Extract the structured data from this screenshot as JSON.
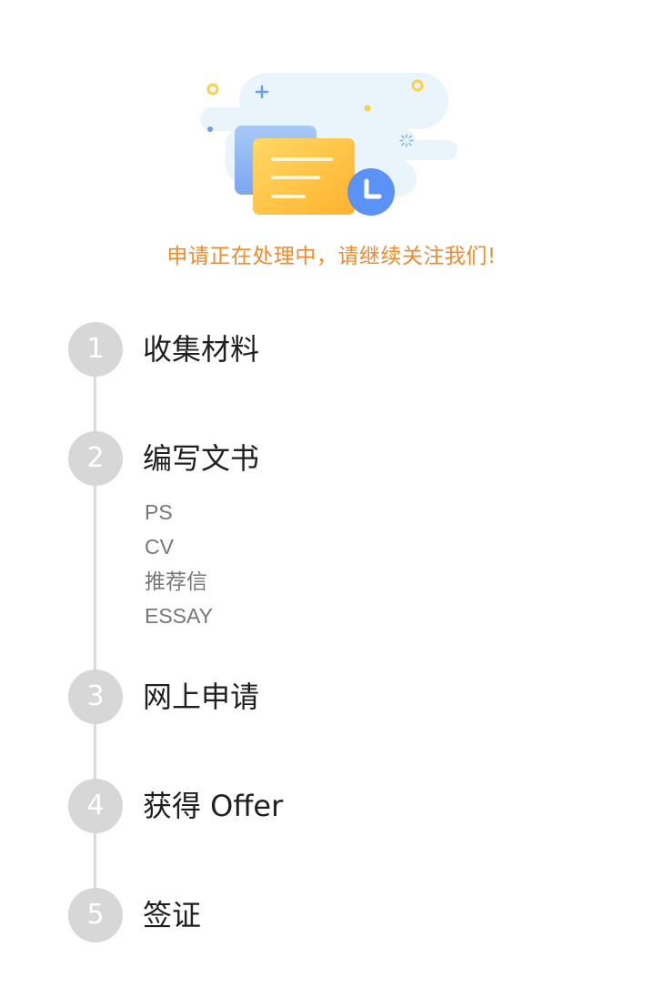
{
  "status": {
    "message": "申请正在处理中，请继续关注我们!"
  },
  "illustration": {
    "icon": "document-pending-clock-icon",
    "colors": {
      "cloud": "#e6f3fb",
      "doc_back": "#90b8f3",
      "doc_front": "#ffc64a",
      "clock": "#5b92f6",
      "dot_yellow": "#ffcf4a",
      "dot_blue": "#6d9cf1"
    }
  },
  "steps": [
    {
      "number": "1",
      "title": "收集材料",
      "items": []
    },
    {
      "number": "2",
      "title": "编写文书",
      "items": [
        "PS",
        "CV",
        "推荐信",
        "ESSAY"
      ]
    },
    {
      "number": "3",
      "title": "网上申请",
      "items": []
    },
    {
      "number": "4",
      "title": "获得 Offer",
      "items": []
    },
    {
      "number": "5",
      "title": "签证",
      "items": []
    }
  ],
  "colors": {
    "accent": "#f08a2c",
    "circle": "#d7d7d7",
    "line": "#d9d9d9",
    "title_text": "#1f1f1f",
    "sub_text": "#777777"
  }
}
